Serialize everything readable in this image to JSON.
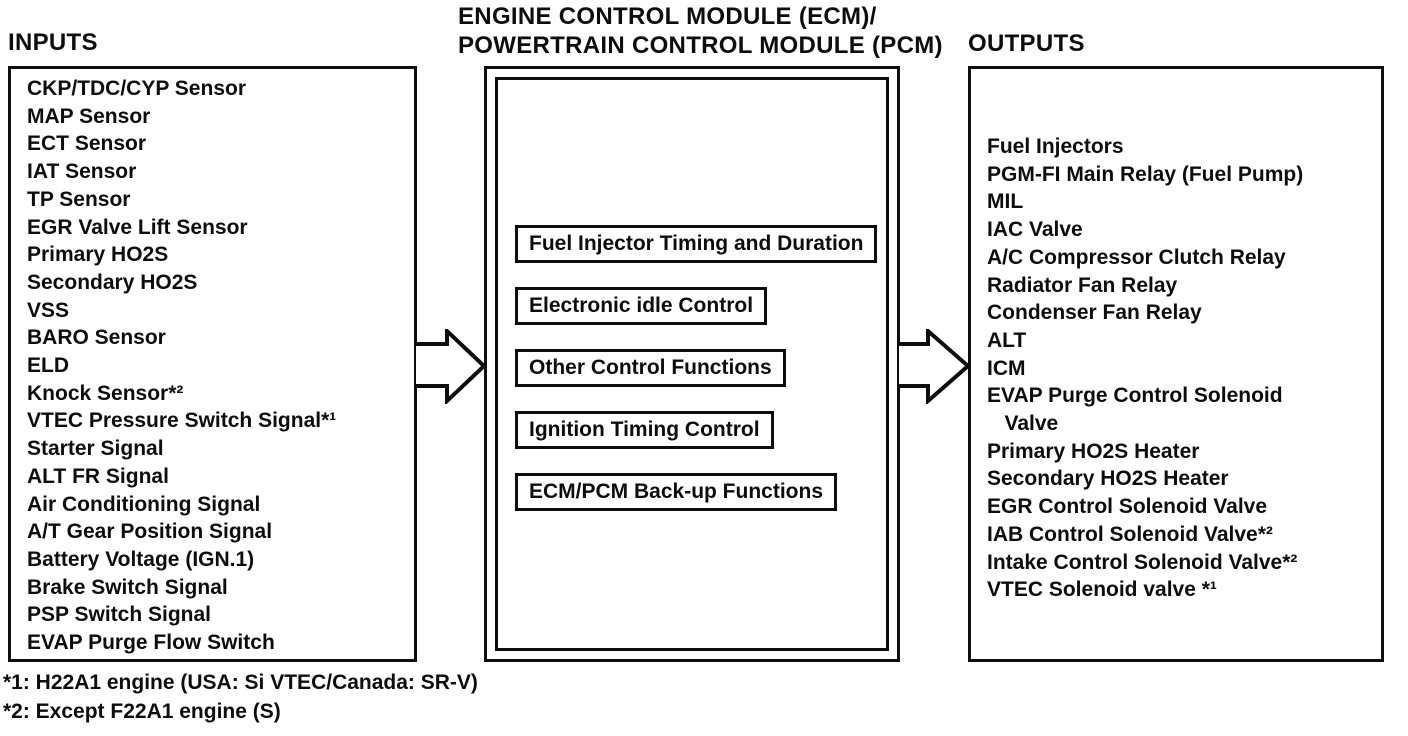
{
  "colors": {
    "ink": "#0d0d0d",
    "paper": "#ffffff"
  },
  "headings": {
    "inputs": "INPUTS",
    "ecm_line1": "ENGINE CONTROL MODULE (ECM)/",
    "ecm_line2": "POWERTRAIN CONTROL MODULE (PCM)",
    "outputs": "OUTPUTS"
  },
  "inputs": {
    "items": [
      "CKP/TDC/CYP Sensor",
      "MAP Sensor",
      "ECT Sensor",
      "IAT Sensor",
      "TP Sensor",
      "EGR Valve Lift Sensor",
      "Primary HO2S",
      "Secondary HO2S",
      "VSS",
      "BARO Sensor",
      "ELD",
      "Knock Sensor*²",
      "VTEC Pressure Switch Signal*¹",
      "Starter Signal",
      "ALT FR Signal",
      "Air Conditioning Signal",
      "A/T Gear Position Signal",
      "Battery Voltage (IGN.1)",
      "Brake Switch Signal",
      "PSP Switch Signal",
      "EVAP Purge Flow Switch"
    ]
  },
  "ecm": {
    "functions": [
      "Fuel Injector Timing and Duration",
      "Electronic idle Control",
      "Other Control Functions",
      "Ignition Timing Control",
      "ECM/PCM Back-up Functions"
    ]
  },
  "outputs": {
    "items": [
      "Fuel Injectors",
      "PGM-FI Main Relay (Fuel Pump)",
      "MIL",
      "IAC Valve",
      "A/C Compressor Clutch Relay",
      "Radiator Fan Relay",
      "Condenser Fan Relay",
      "ALT",
      "ICM",
      "EVAP Purge Control Solenoid\n   Valve",
      "Primary HO2S Heater",
      "Secondary HO2S Heater",
      "EGR Control Solenoid Valve",
      "IAB Control Solenoid Valve*²",
      "Intake Control Solenoid Valve*²",
      "VTEC Solenoid valve *¹"
    ]
  },
  "footnotes": {
    "note1": "*1: H22A1 engine (USA: Si VTEC/Canada: SR-V)",
    "note2": "*2: Except F22A1 engine (S)"
  }
}
